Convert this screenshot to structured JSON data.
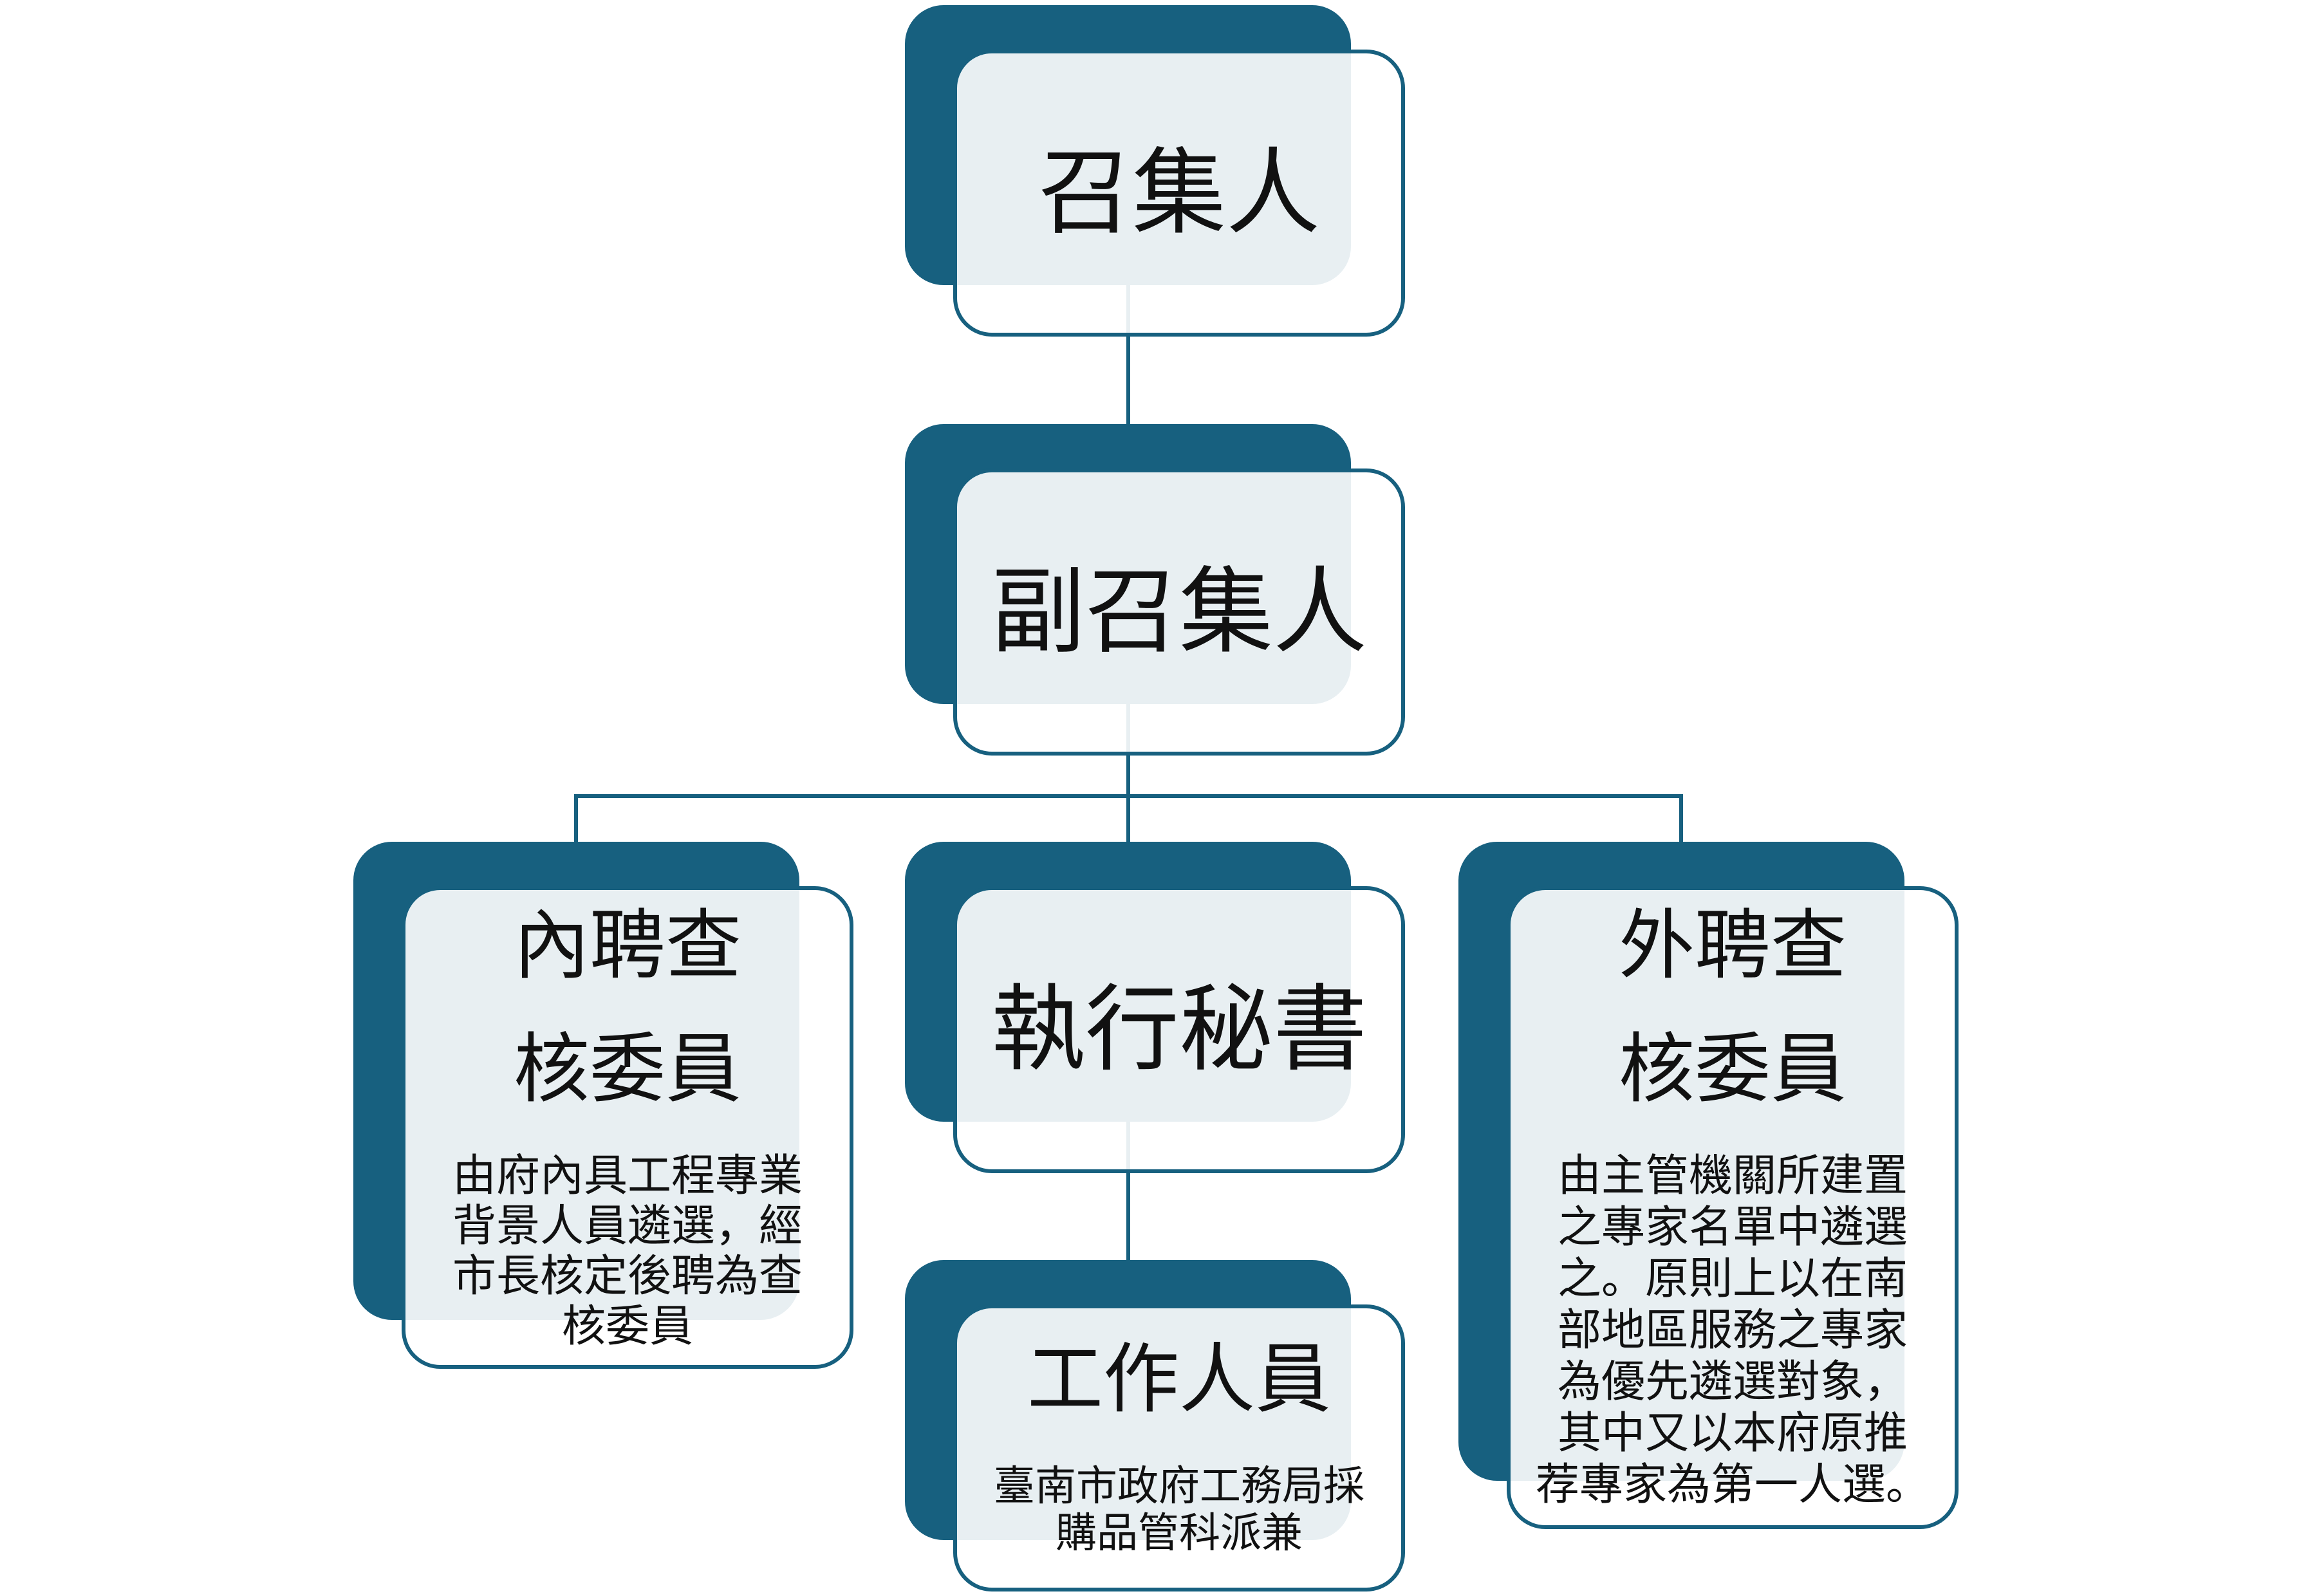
{
  "colors": {
    "dark": "#17607f",
    "line": "#17607f",
    "text": "#111111"
  },
  "nodes": {
    "convener": {
      "title": "召集人"
    },
    "deputy_convener": {
      "title": "副召集人"
    },
    "executive_secretary": {
      "title": "執行秘書"
    },
    "staff": {
      "title": "工作人員",
      "body": [
        "臺南市政府工務局採",
        "購品管科派兼"
      ]
    },
    "internal_auditors": {
      "title_lines": [
        "內聘查",
        "核委員"
      ],
      "body": [
        "由府內具工程專業",
        "背景人員遴選，經",
        "市長核定後聘為查",
        "核委員"
      ]
    },
    "external_auditors": {
      "title_lines": [
        "外聘查",
        "核委員"
      ],
      "body": [
        "由主管機關所建置",
        "之專家名單中遴選",
        "之。原則上以在南",
        "部地區服務之專家",
        "為優先遴選對象，",
        "其中又以本府原推",
        "荐專家為第一人選。"
      ]
    }
  }
}
